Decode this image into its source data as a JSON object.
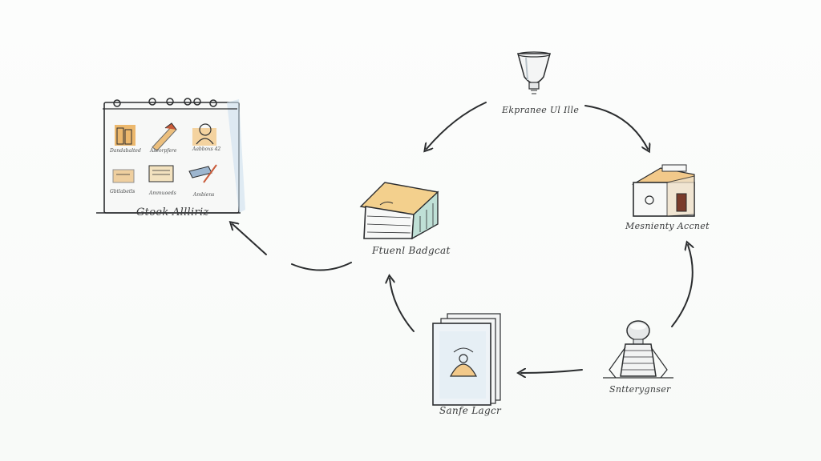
{
  "diagram": {
    "nodes": {
      "calendar": {
        "title": "Gtoek Allliriz",
        "grid_labels": [
          "Dandabalted",
          "Aseorpfere",
          "Aabboxs 42",
          "Gbtlabetls",
          "Ammuoeds",
          "Ambiens"
        ]
      },
      "lamp": {
        "label": "Ekpranee Ul Ille"
      },
      "box": {
        "label": "Ftuenl Badgcat"
      },
      "house": {
        "label": "Mesnienty Accnet"
      },
      "robot": {
        "label": "Sntterygnser"
      },
      "document": {
        "label": "Sanfe Lagcr"
      }
    },
    "colors": {
      "ink": "#2b2d2f",
      "accent_orange": "#e8a84a",
      "accent_teal": "#9cc5bf",
      "accent_blue": "#b9d4e8",
      "paper": "#f6f7f6"
    }
  }
}
